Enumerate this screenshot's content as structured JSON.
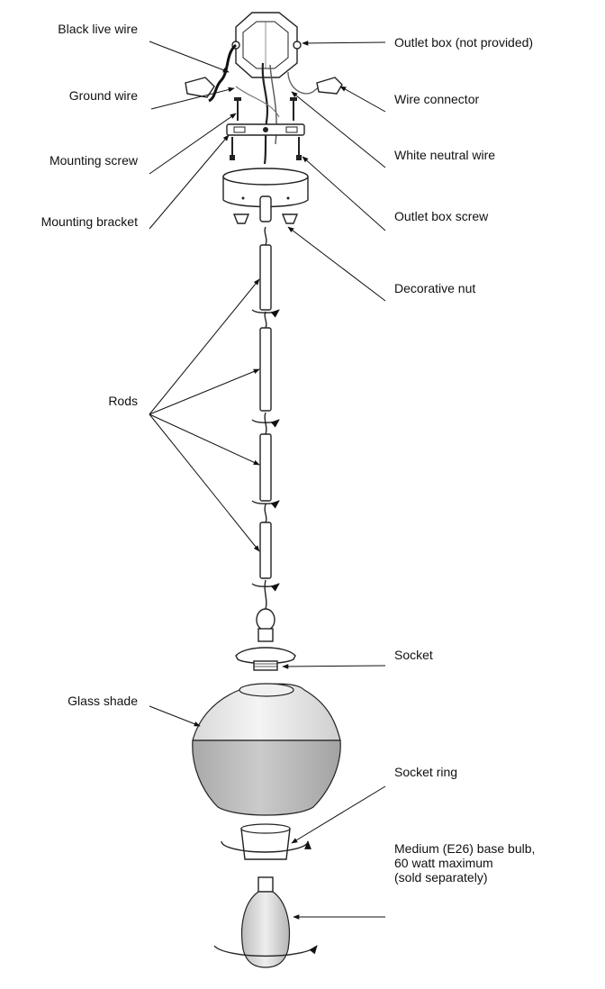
{
  "labels": {
    "black_live_wire": "Black live wire",
    "ground_wire": "Ground wire",
    "mounting_screw": "Mounting screw",
    "mounting_bracket": "Mounting bracket",
    "outlet_box": "Outlet box (not provided)",
    "wire_connector": "Wire connector",
    "white_neutral_wire": "White neutral wire",
    "outlet_box_screw": "Outlet box screw",
    "decorative_nut": "Decorative nut",
    "rods": "Rods",
    "socket": "Socket",
    "glass_shade": "Glass shade",
    "socket_ring": "Socket ring",
    "bulb_line1": "Medium (E26) base bulb,",
    "bulb_line2": "60 watt maximum",
    "bulb_line3": "(sold separately)"
  },
  "colors": {
    "line": "#222222",
    "shade_top": "#e6e6e6",
    "shade_bottom": "#b9b9b9",
    "text": "#111111"
  }
}
